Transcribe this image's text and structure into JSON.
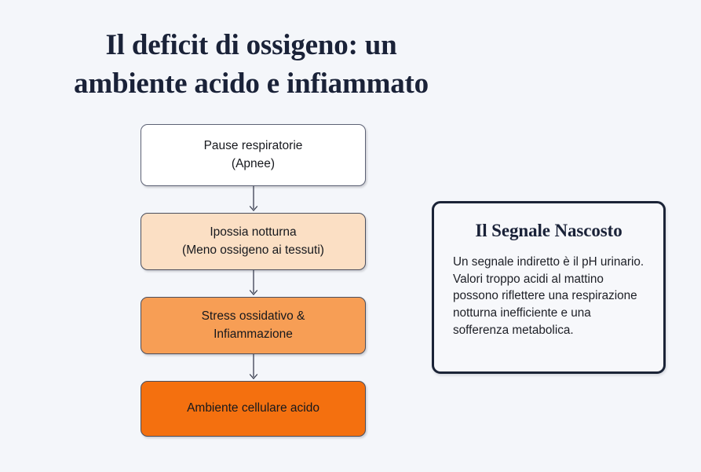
{
  "page": {
    "background_color": "#f4f6fa",
    "title_lines": [
      "Il deficit di ossigeno: un",
      "ambiente acido e infiammato"
    ],
    "title_color": "#1a2238"
  },
  "flowchart": {
    "name": "oxygen-deficit-cascade",
    "arrow_color": "#3a3f50",
    "steps": [
      {
        "id": "apnea",
        "line1": "Pause respiratorie",
        "line2": "(Apnee)",
        "fill": "#ffffff",
        "border": "#5d6275"
      },
      {
        "id": "hypoxia",
        "line1": "Ipossia notturna",
        "line2": "(Meno ossigeno ai tessuti)",
        "fill": "#fbdfc4",
        "border": "#4b4f5e"
      },
      {
        "id": "oxidative-stress",
        "line1": "Stress ossidativo &",
        "line2": "Infiammazione",
        "fill": "#f79e55",
        "border": "#4b4f5e"
      },
      {
        "id": "acid-environment",
        "line1": "Ambiente cellulare acido",
        "line2": "",
        "fill": "#f4700f",
        "border": "#4b4f5e"
      }
    ]
  },
  "side_card": {
    "title": "Il Segnale Nascosto",
    "body": "Un segnale indiretto è il pH urinario. Valori troppo acidi al mattino possono riflettere una respirazione notturna inefficiente e una sofferenza metabolica.",
    "border_color": "#1b2437",
    "background_color": "#f7f8fb"
  }
}
